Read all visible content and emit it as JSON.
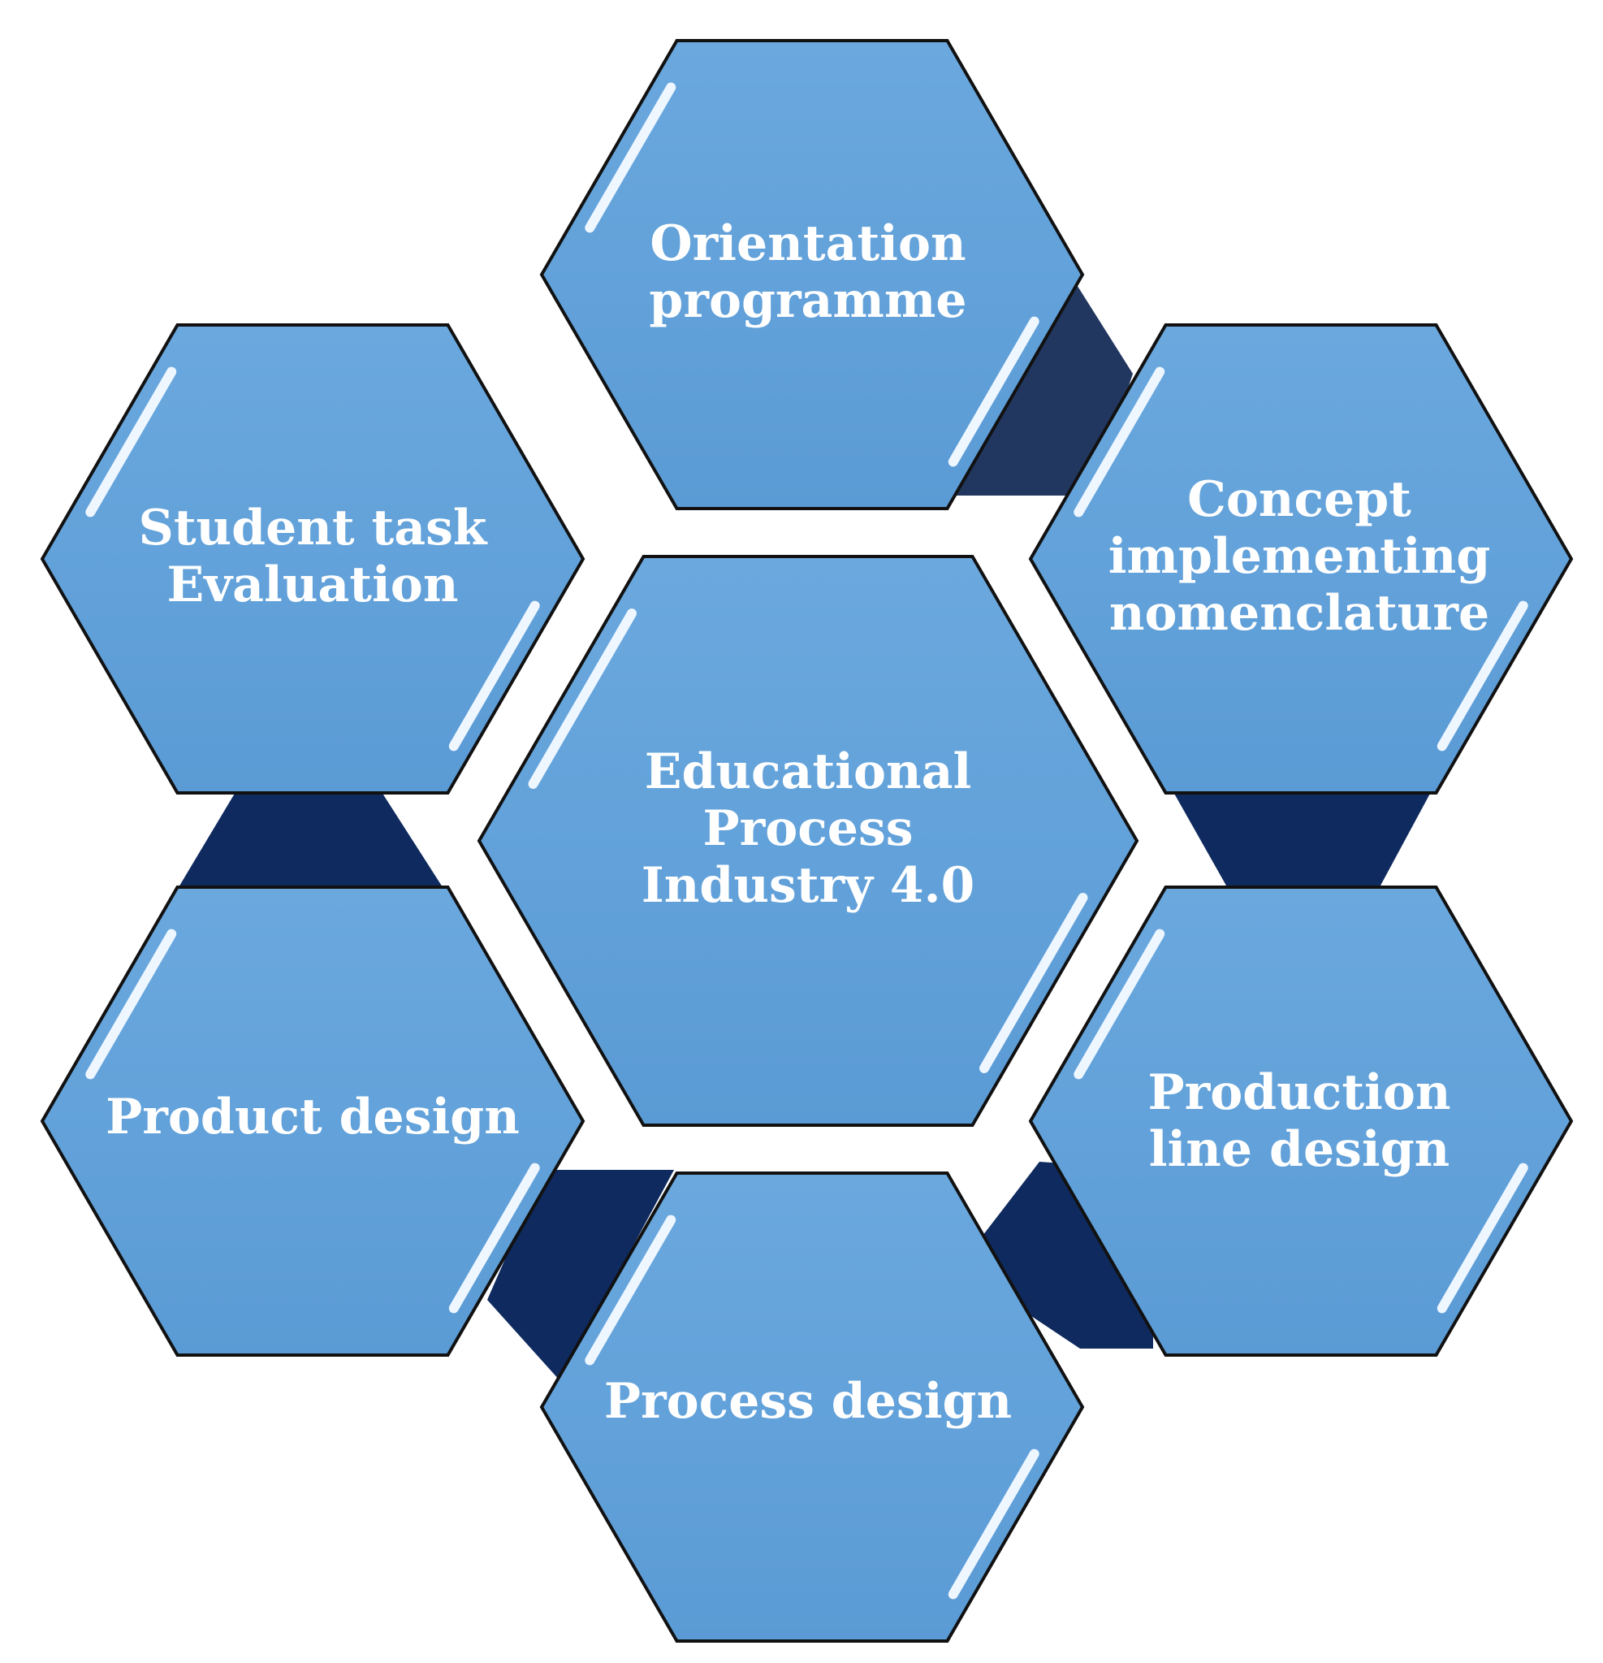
{
  "colors": {
    "hex_fill": "#5b9bd5",
    "hex_fill_light": "#6aa8de",
    "hex_stroke": "#111111",
    "connector": "#0f2a5e",
    "connector_top": "#22375f",
    "shine": "#eef7ff",
    "label": "#ffffff"
  },
  "center": {
    "lines": [
      "Educational",
      "Process",
      "Industry 4.0"
    ]
  },
  "nodes": [
    {
      "id": "orientation",
      "lines": [
        "Orientation",
        "programme"
      ]
    },
    {
      "id": "concept",
      "lines": [
        "Concept",
        "implementing",
        "nomenclature"
      ]
    },
    {
      "id": "production-line",
      "lines": [
        "Production",
        "line design"
      ]
    },
    {
      "id": "process",
      "lines": [
        "Process design"
      ]
    },
    {
      "id": "product",
      "lines": [
        "Product design"
      ]
    },
    {
      "id": "student-task",
      "lines": [
        "Student task",
        "Evaluation"
      ]
    }
  ]
}
